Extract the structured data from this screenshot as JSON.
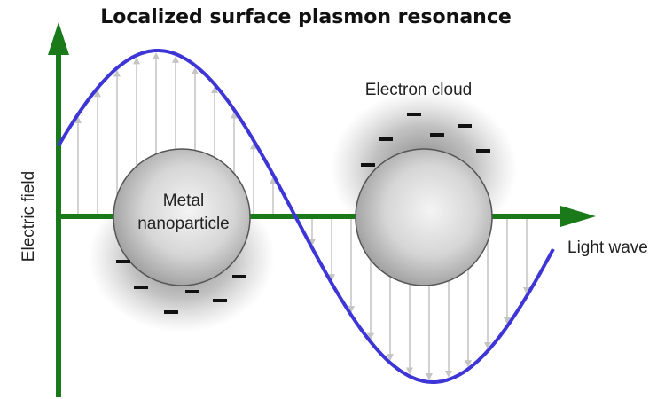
{
  "diagram": {
    "title": "Localized surface plasmon resonance",
    "x_axis_label": "Light wave",
    "y_axis_label": "Electric field",
    "particle_label_line1": "Metal",
    "particle_label_line2": "nanoparticle",
    "cloud_label": "Electron cloud",
    "colors": {
      "axis": "#1a7a1a",
      "wave": "#3d35d6",
      "field_arrows": "#c4c4c4",
      "charge": "#111111"
    }
  }
}
